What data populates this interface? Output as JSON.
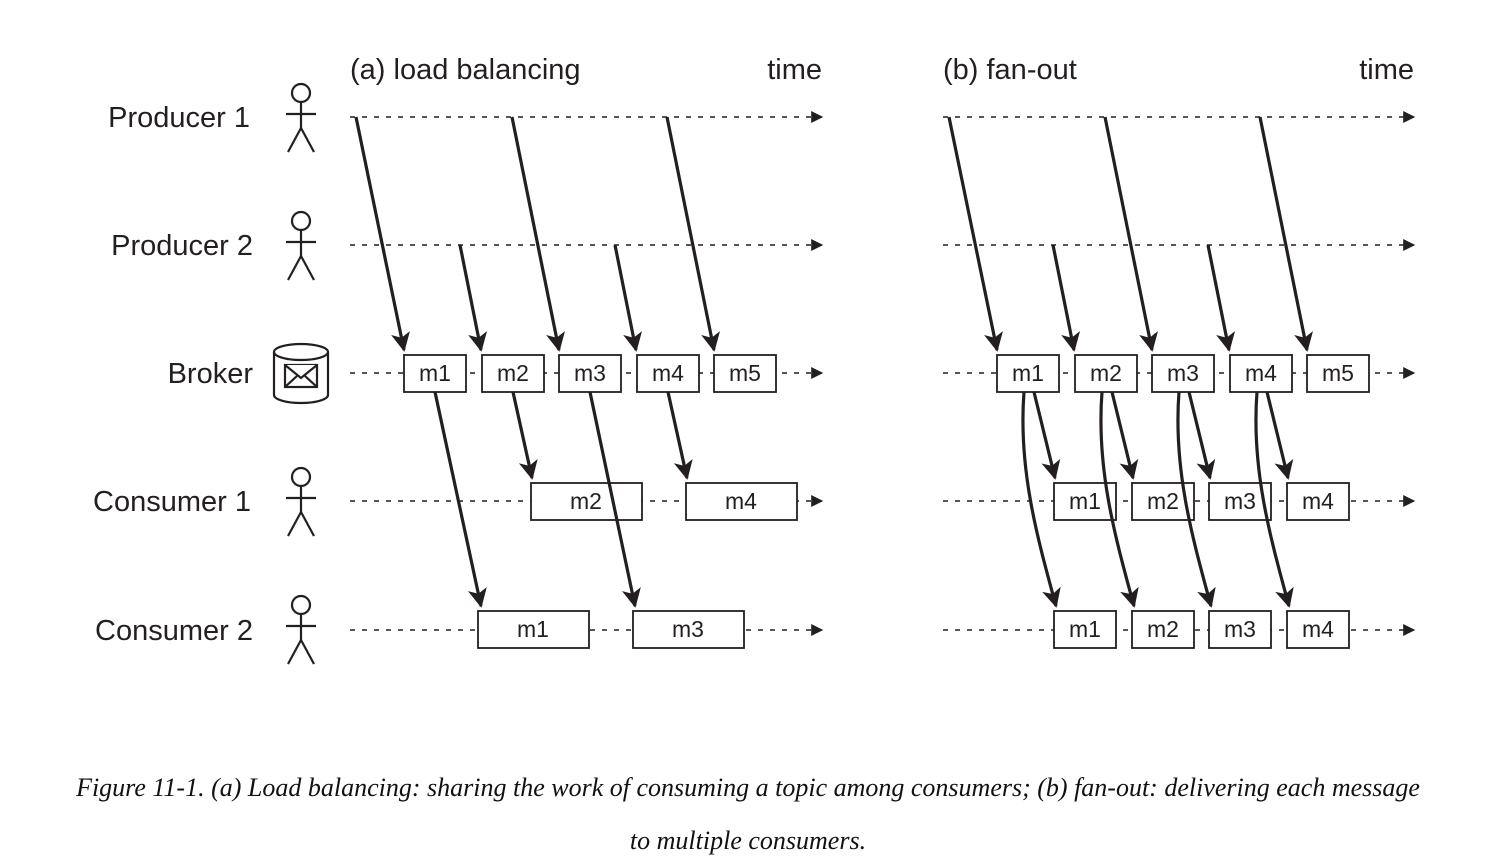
{
  "rows": {
    "producer1": "Producer 1",
    "producer2": "Producer 2",
    "broker": "Broker",
    "consumer1": "Consumer 1",
    "consumer2": "Consumer 2"
  },
  "panels": {
    "a": {
      "title": "(a) load balancing",
      "time_label": "time",
      "broker_messages": [
        "m1",
        "m2",
        "m3",
        "m4",
        "m5"
      ],
      "consumer1_messages": [
        "m2",
        "m4"
      ],
      "consumer2_messages": [
        "m1",
        "m3"
      ]
    },
    "b": {
      "title": "(b) fan-out",
      "time_label": "time",
      "broker_messages": [
        "m1",
        "m2",
        "m3",
        "m4",
        "m5"
      ],
      "consumer1_messages": [
        "m1",
        "m2",
        "m3",
        "m4"
      ],
      "consumer2_messages": [
        "m1",
        "m2",
        "m3",
        "m4"
      ]
    }
  },
  "caption": {
    "line1": "Figure 11-1. (a) Load balancing: sharing the work of consuming a topic among consumers; (b) fan-out: delivering each message",
    "line2": "to multiple consumers."
  },
  "colors": {
    "ink": "#231f20"
  }
}
